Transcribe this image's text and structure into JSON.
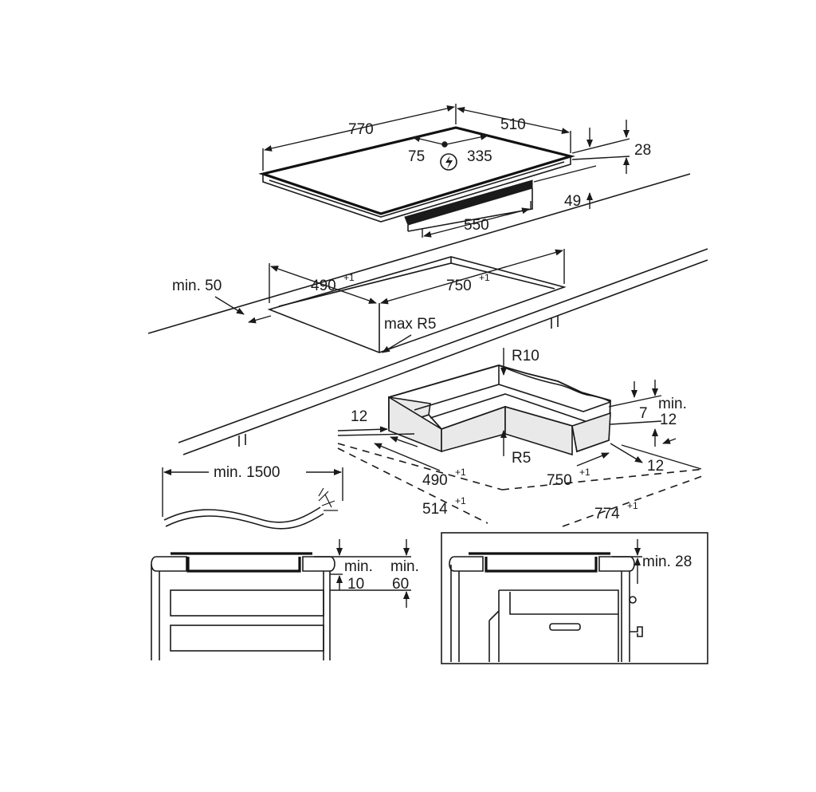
{
  "hob": {
    "width": "770",
    "depth": "510",
    "connection_offset_x": "75",
    "connection_offset_y": "335",
    "thickness": "28",
    "box_height": "49",
    "box_width": "550",
    "connection_icon": "lightning-bolt-icon"
  },
  "cutout": {
    "min_distance_wall": "min. 50",
    "depth": "490",
    "width": "750",
    "tolerance": "+1",
    "corner_radius": "max R5"
  },
  "frame_cutout": {
    "outer_radius": "R10",
    "inner_radius": "R5",
    "rebate_width_left": "12",
    "rebate_width_right": "12",
    "rebate_depth": "7",
    "min_thickness_label": "min.",
    "min_thickness_value": "12",
    "inner_depth": "490",
    "inner_width": "750",
    "outer_depth": "514",
    "outer_width": "774",
    "tolerance": "+1"
  },
  "cable": {
    "min_length": "min. 1500"
  },
  "installation_drawer": {
    "gap_label_1": "min.",
    "gap_value_1": "10",
    "gap_label_2": "min.",
    "gap_value_2": "60"
  },
  "installation_oven": {
    "gap_label": "min. 28"
  }
}
